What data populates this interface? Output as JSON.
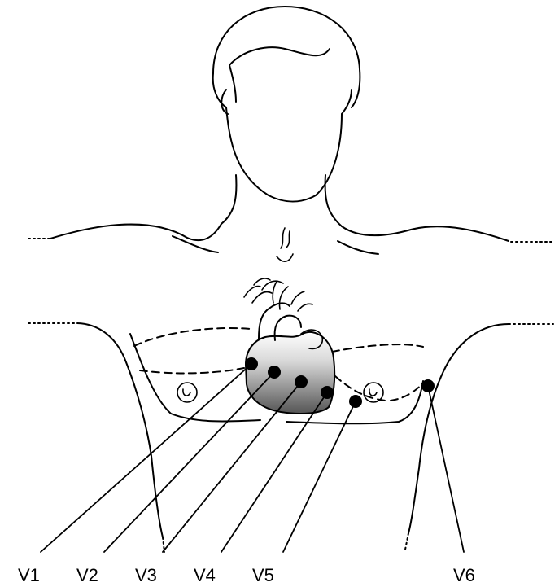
{
  "leads": [
    {
      "id": "v1",
      "label": "V1"
    },
    {
      "id": "v2",
      "label": "V2"
    },
    {
      "id": "v3",
      "label": "V3"
    },
    {
      "id": "v4",
      "label": "V4"
    },
    {
      "id": "v5",
      "label": "V5"
    },
    {
      "id": "v6",
      "label": "V6"
    }
  ]
}
